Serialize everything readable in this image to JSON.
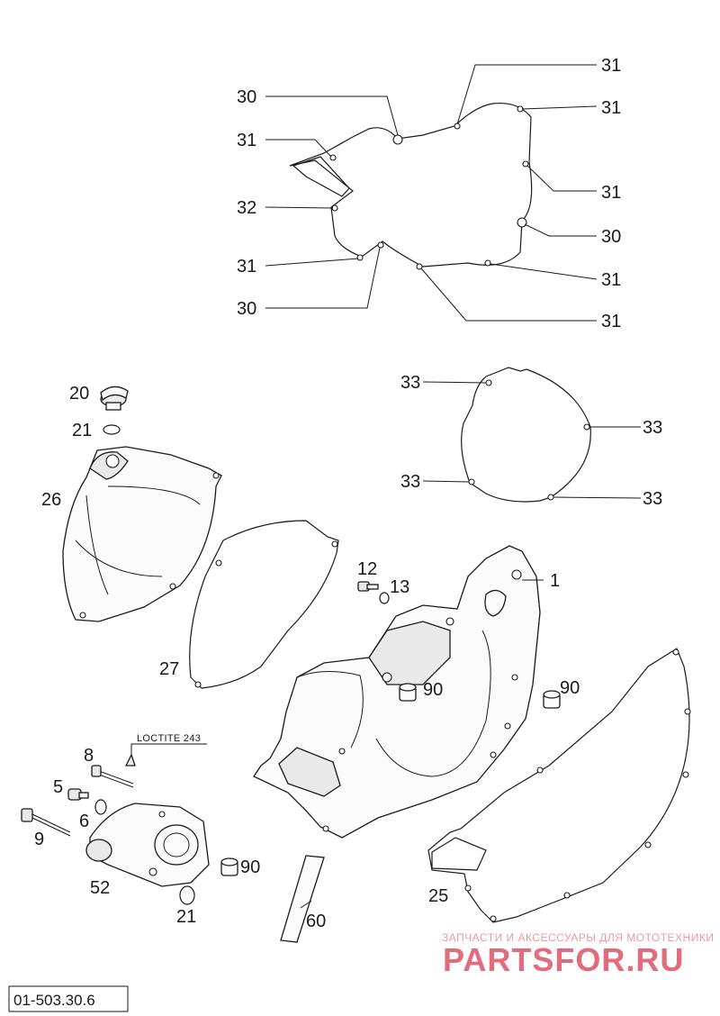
{
  "callouts": {
    "c1": "31",
    "c2": "31",
    "c3": "30",
    "c4": "31",
    "c5": "31",
    "c6": "32",
    "c7": "30",
    "c8": "31",
    "c9": "31",
    "c10": "30",
    "c11": "31",
    "c12": "33",
    "c13": "33",
    "c14": "33",
    "c15": "33",
    "c16": "20",
    "c17": "21",
    "c18": "26",
    "c19": "12",
    "c20": "13",
    "c21": "1",
    "c22": "27",
    "c23": "90",
    "c24": "90",
    "c25": "8",
    "c26": "5",
    "c27": "6",
    "c28": "9",
    "c29": "52",
    "c30": "90",
    "c31": "21",
    "c32": "60",
    "c33": "25"
  },
  "note": "LOCTITE 243",
  "watermark": {
    "tagline": "ЗАПЧАСТИ И АКСЕССУАРЫ ДЛЯ МОТОТЕХНИКИ",
    "logo": "PARTSFOR.RU"
  },
  "reference": "01-503.30.6"
}
